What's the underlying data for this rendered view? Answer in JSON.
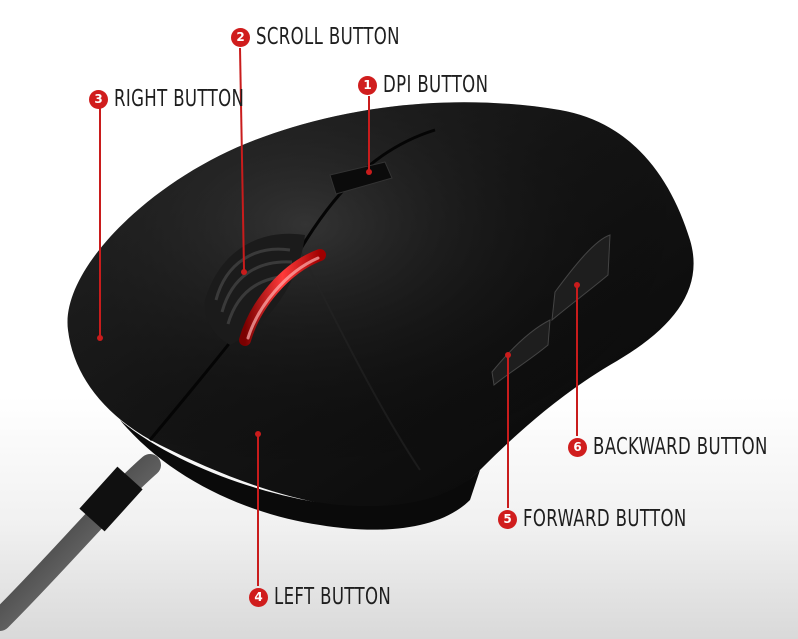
{
  "callouts": [
    {
      "num": "1",
      "label": "DPI BUTTON"
    },
    {
      "num": "2",
      "label": "SCROLL BUTTON"
    },
    {
      "num": "3",
      "label": "RIGHT BUTTON"
    },
    {
      "num": "4",
      "label": "LEFT BUTTON"
    },
    {
      "num": "5",
      "label": "FORWARD   BUTTON"
    },
    {
      "num": "6",
      "label": "BACKWARD  BUTTON"
    }
  ],
  "colors": {
    "accent": "#d01d1d",
    "mouse_body": "#141414",
    "wheel_glow": "#ff2a2a"
  }
}
